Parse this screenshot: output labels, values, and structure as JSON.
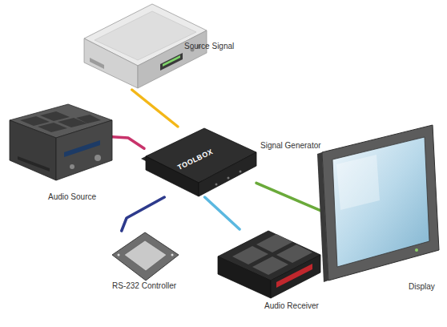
{
  "diagram": {
    "nodes": [
      {
        "text": [
          "Source Signal"
        ]
      },
      {
        "text": [
          "Audio Source"
        ]
      },
      {
        "text": [
          "Signal Generator"
        ]
      },
      {
        "text": [
          "RS-232 Controller"
        ]
      },
      {
        "text": [
          "Audio Receiver"
        ]
      },
      {
        "text": [
          "Display"
        ]
      }
    ],
    "edges": [
      {
        "from": 0,
        "to": 2,
        "arrow": "none"
      },
      {
        "from": 1,
        "to": 2,
        "arrow": "none"
      },
      {
        "from": 3,
        "to": 2,
        "arrow": "none"
      },
      {
        "from": 2,
        "to": 4,
        "arrow": "none"
      },
      {
        "from": 2,
        "to": 5,
        "arrow": "none"
      }
    ],
    "labels": [
      "TOOLBOX"
    ]
  }
}
